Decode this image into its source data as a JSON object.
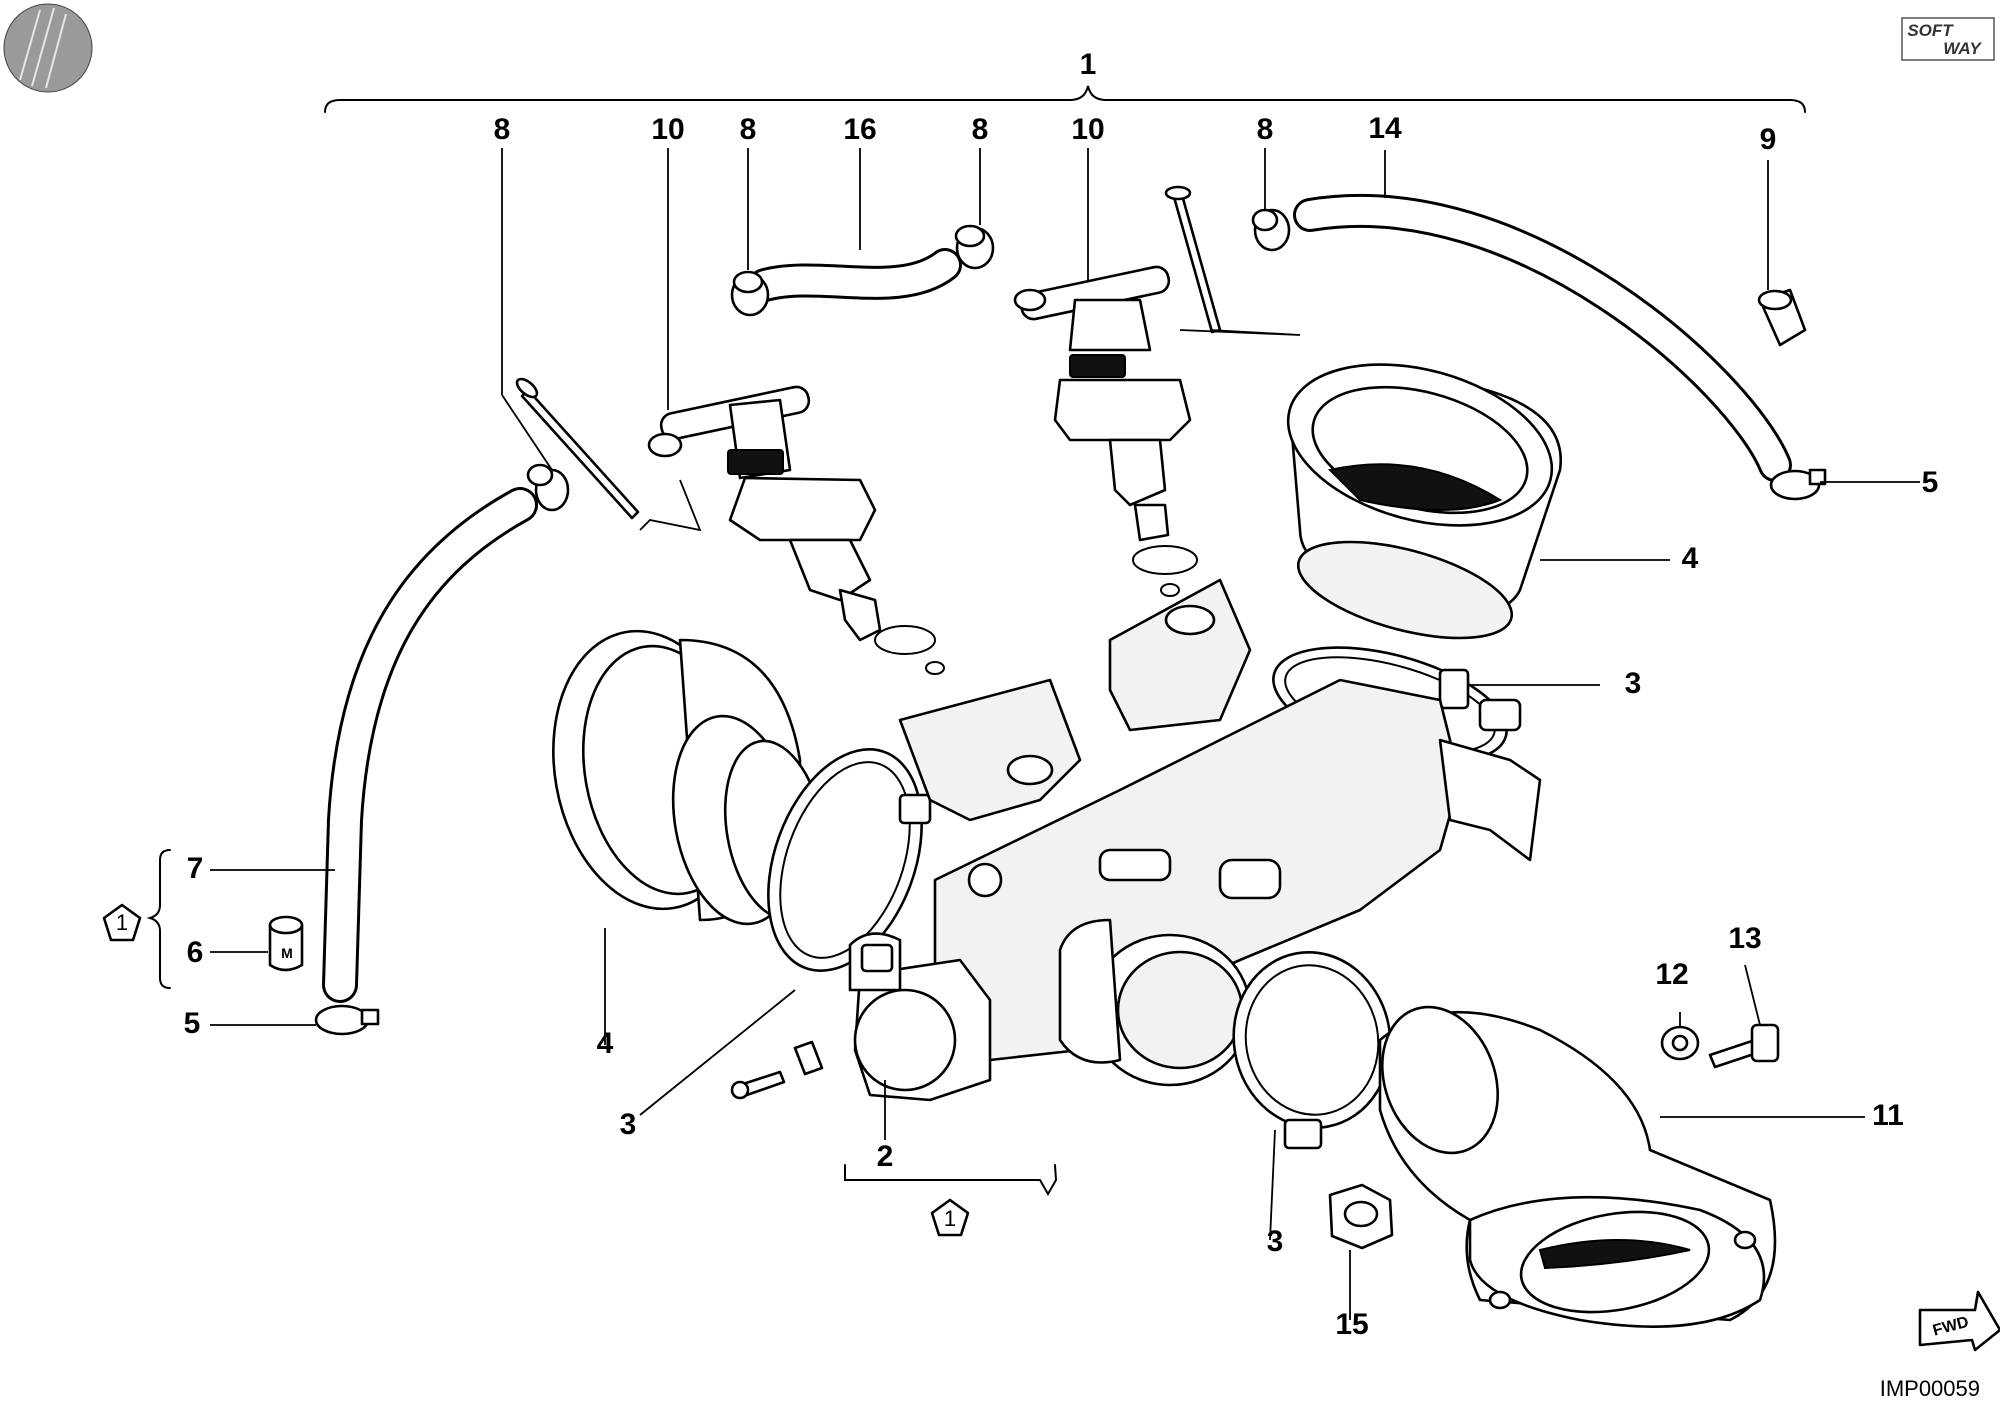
{
  "diagram": {
    "callouts": [
      {
        "id": "c1",
        "text": "1"
      },
      {
        "id": "c2",
        "text": "2"
      },
      {
        "id": "c3a",
        "text": "3"
      },
      {
        "id": "c3b",
        "text": "3"
      },
      {
        "id": "c3c",
        "text": "3"
      },
      {
        "id": "c4a",
        "text": "4"
      },
      {
        "id": "c4b",
        "text": "4"
      },
      {
        "id": "c5a",
        "text": "5"
      },
      {
        "id": "c5b",
        "text": "5"
      },
      {
        "id": "c6",
        "text": "6"
      },
      {
        "id": "c7",
        "text": "7"
      },
      {
        "id": "c8a",
        "text": "8"
      },
      {
        "id": "c8b",
        "text": "8"
      },
      {
        "id": "c8c",
        "text": "8"
      },
      {
        "id": "c8d",
        "text": "8"
      },
      {
        "id": "c9",
        "text": "9"
      },
      {
        "id": "c10a",
        "text": "10"
      },
      {
        "id": "c10b",
        "text": "10"
      },
      {
        "id": "c11",
        "text": "11"
      },
      {
        "id": "c12",
        "text": "12"
      },
      {
        "id": "c13",
        "text": "13"
      },
      {
        "id": "c14",
        "text": "14"
      },
      {
        "id": "c15",
        "text": "15"
      },
      {
        "id": "c16",
        "text": "16"
      }
    ],
    "group_marks": [
      {
        "id": "g1",
        "text": "1"
      },
      {
        "id": "g2",
        "text": "1"
      }
    ],
    "clamp_marking": "M",
    "logo_text": [
      "SOFT",
      "WAY"
    ],
    "fwd_label": "FWD",
    "image_code": "IMP00059"
  }
}
